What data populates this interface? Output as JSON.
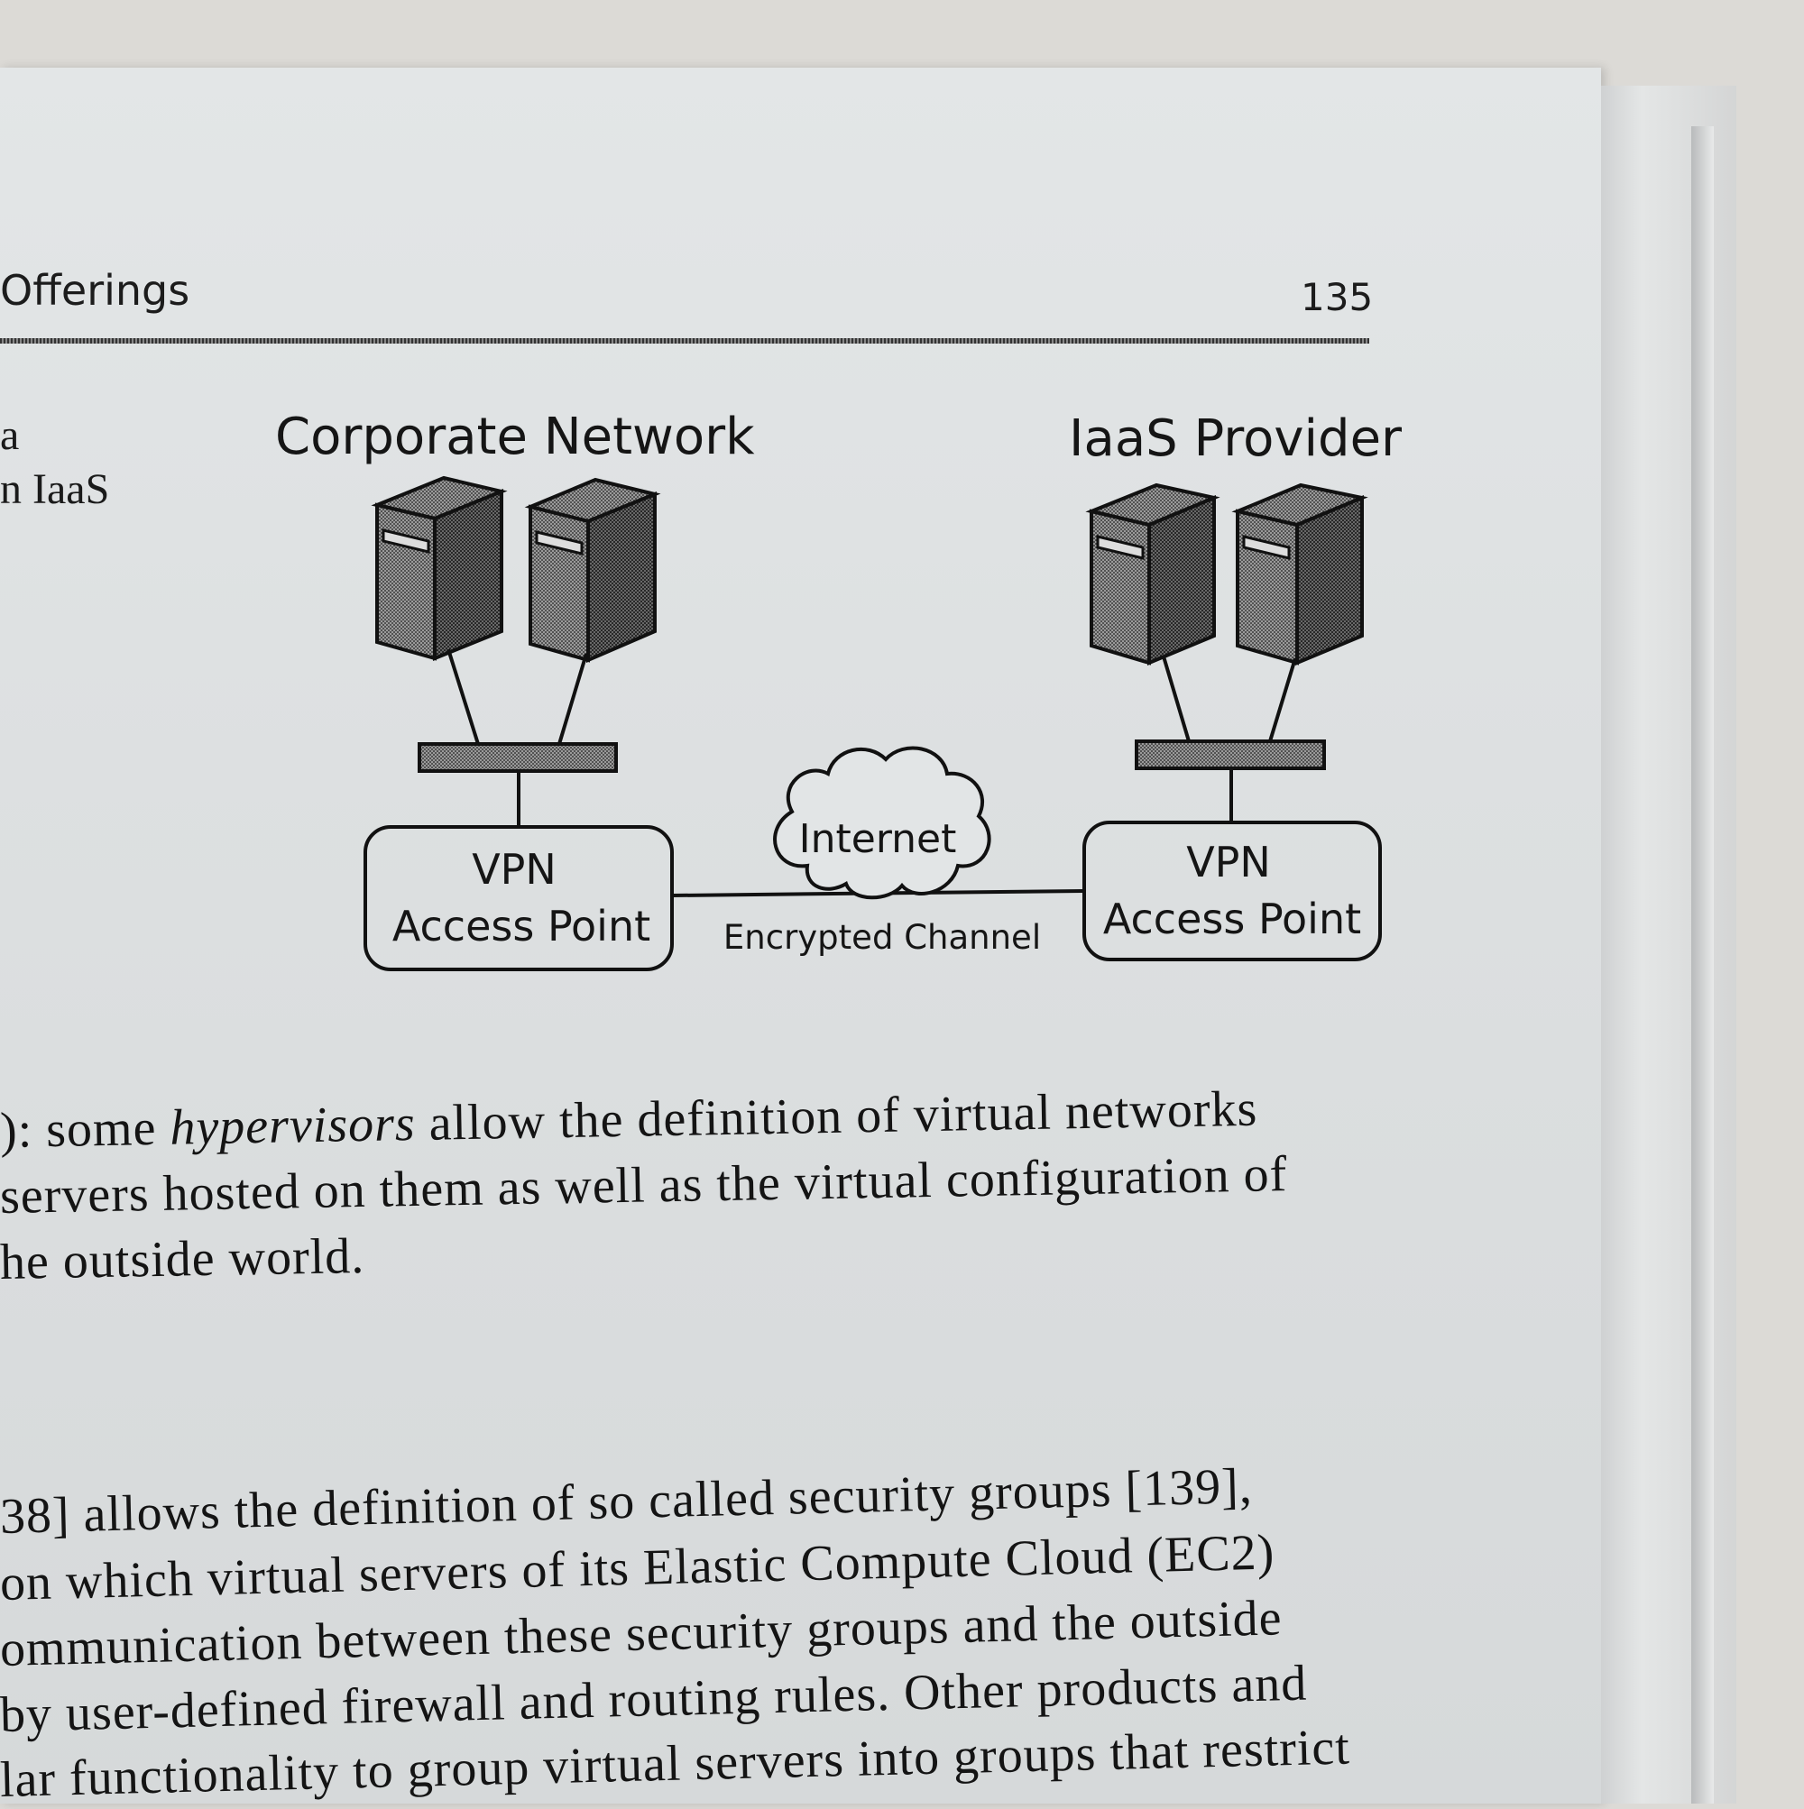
{
  "header": {
    "section_title": "Offerings",
    "page_number": "135"
  },
  "side_fragments": [
    "a",
    "n IaaS"
  ],
  "figure": {
    "left_label": "Corporate Network",
    "right_label": "IaaS Provider",
    "cloud_label": "Internet",
    "channel_label": "Encrypted Channel",
    "left_box": {
      "line1": "VPN",
      "line2": "Access Point"
    },
    "right_box": {
      "line1": "VPN",
      "line2": "Access Point"
    }
  },
  "paragraph1": {
    "line1_pre": "): some ",
    "line1_em": "hypervisors",
    "line1_post": " allow the definition of virtual networks",
    "line2": "servers hosted on them as well as the virtual configuration of",
    "line3": "he outside world."
  },
  "paragraph2": {
    "line1": "38] allows the definition of so called security groups [139],",
    "line2": "on which virtual servers of its Elastic Compute Cloud (EC2)",
    "line3": "ommunication between these security groups and the outside",
    "line4": "by user-defined firewall and routing rules. Other products and",
    "line5": "lar functionality to group virtual servers into groups that restrict"
  }
}
